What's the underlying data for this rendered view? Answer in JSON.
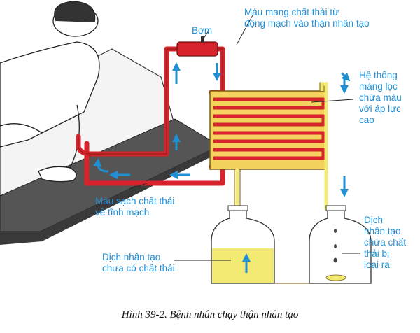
{
  "labels": {
    "pump": "Bơm",
    "artery_blood": [
      "Máu mang chất thải từ",
      "động mạch vào thận nhân tạo"
    ],
    "filter_system": [
      "Hệ thống",
      "màng lọc",
      "chứa máu",
      "với áp lực",
      "cao"
    ],
    "clean_blood": [
      "Máu sạch chất thải",
      "về tĩnh mạch"
    ],
    "fresh_fluid": [
      "Dịch nhân tạo",
      "chưa có chất thải"
    ],
    "waste_fluid": [
      "Dịch",
      "nhân tạo",
      "chứa chất",
      "thải bị",
      "loại ra"
    ]
  },
  "caption": "Hình 39-2. Bệnh nhân chạy thận nhân tạo",
  "colors": {
    "label_text": "#1f8fd6",
    "blood_tube": "#d7232b",
    "filter_box": "#f3d35e",
    "fluid": "#f2ea72",
    "arrow": "#1f8fd6"
  }
}
